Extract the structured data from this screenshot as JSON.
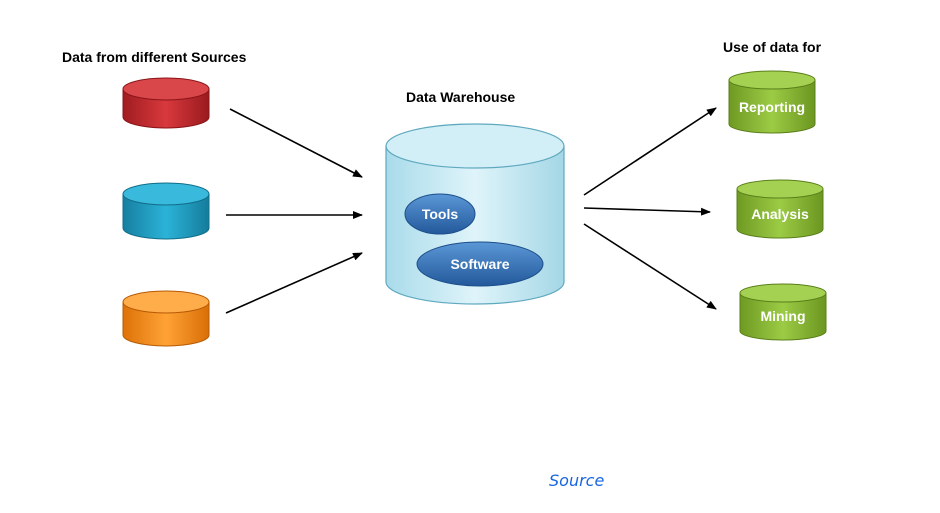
{
  "labels": {
    "sources_heading": "Data from different Sources",
    "warehouse_heading": "Data Warehouse",
    "uses_heading": "Use of data for"
  },
  "warehouse": {
    "items": [
      "Tools",
      "Software"
    ]
  },
  "uses": {
    "items": [
      "Reporting",
      "Analysis",
      "Mining"
    ]
  },
  "source_link": "Source",
  "colors": {
    "source_red": "#c0262b",
    "source_blue": "#1e9ec4",
    "source_orange": "#f28a14",
    "warehouse": "#bfe8f3",
    "pill": "#2f6fb5",
    "use_green": "#8ab735"
  }
}
